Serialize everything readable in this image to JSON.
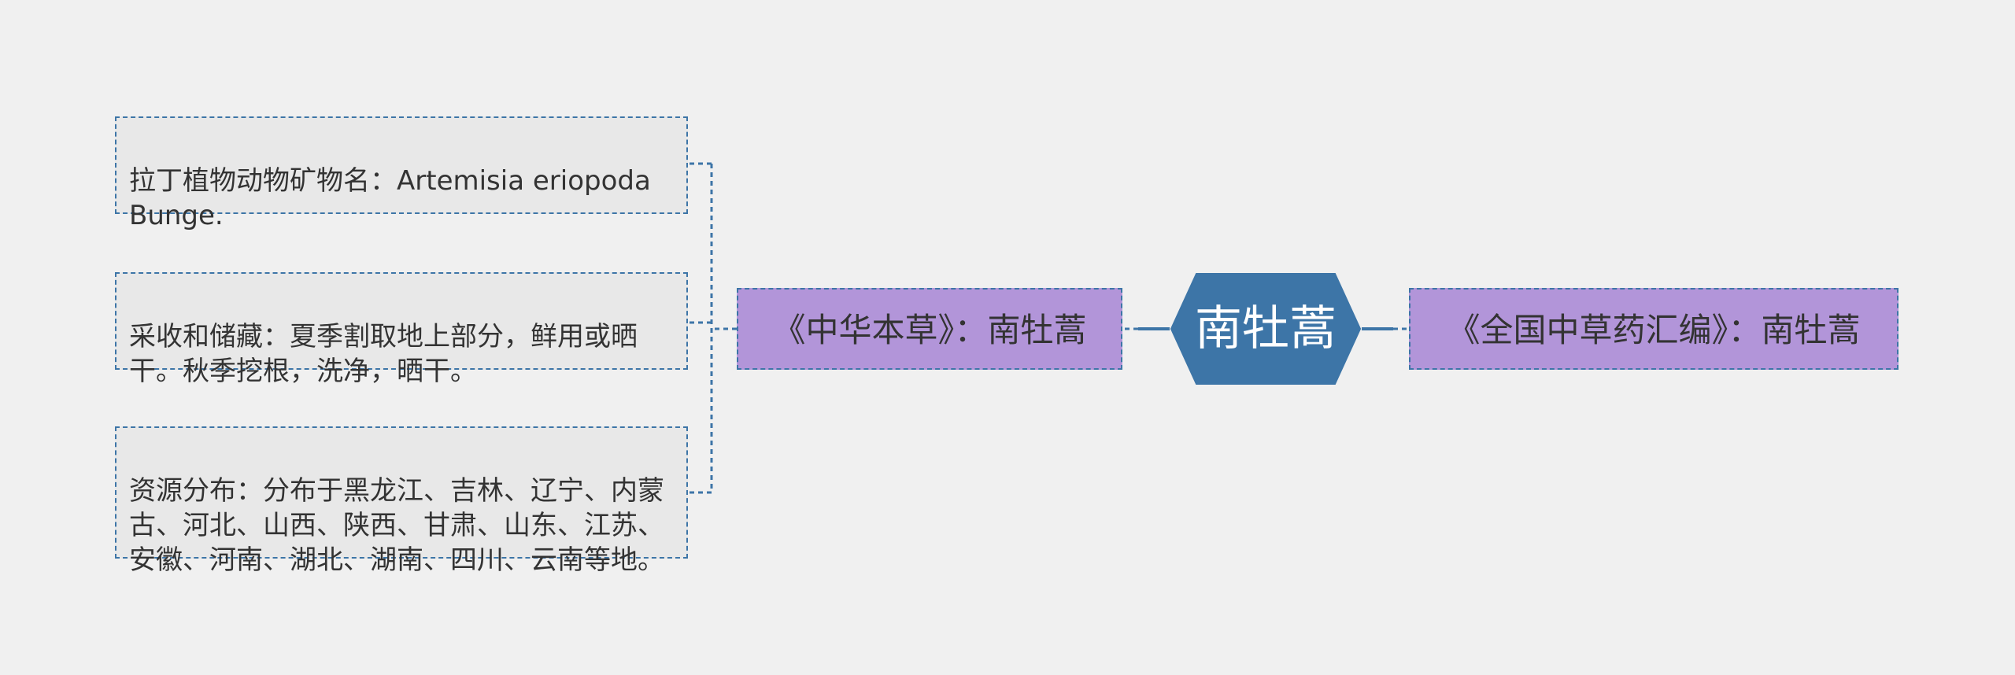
{
  "central": {
    "label": "南牡蒿"
  },
  "branches": {
    "left": {
      "label": "《中华本草》：南牡蒿"
    },
    "right": {
      "label": "《全国中草药汇编》：南牡蒿"
    }
  },
  "leaves": [
    {
      "text": "拉丁植物动物矿物名：Artemisia eriopoda Bunge."
    },
    {
      "text": "采收和储藏：夏季割取地上部分，鲜用或晒干。秋季挖根，洗净，晒干。"
    },
    {
      "text": "资源分布：分布于黑龙江、吉林、辽宁、内蒙古、河北、山西、陕西、甘肃、山东、江苏、安徽、河南、湖北、湖南、四川、云南等地。"
    }
  ],
  "colors": {
    "background": "#f0f0f0",
    "central_fill": "#3d75a7",
    "branch_fill": "#b295d9",
    "leaf_fill": "#e8e8e8",
    "connector": "#3d75a7",
    "text": "#333333"
  }
}
